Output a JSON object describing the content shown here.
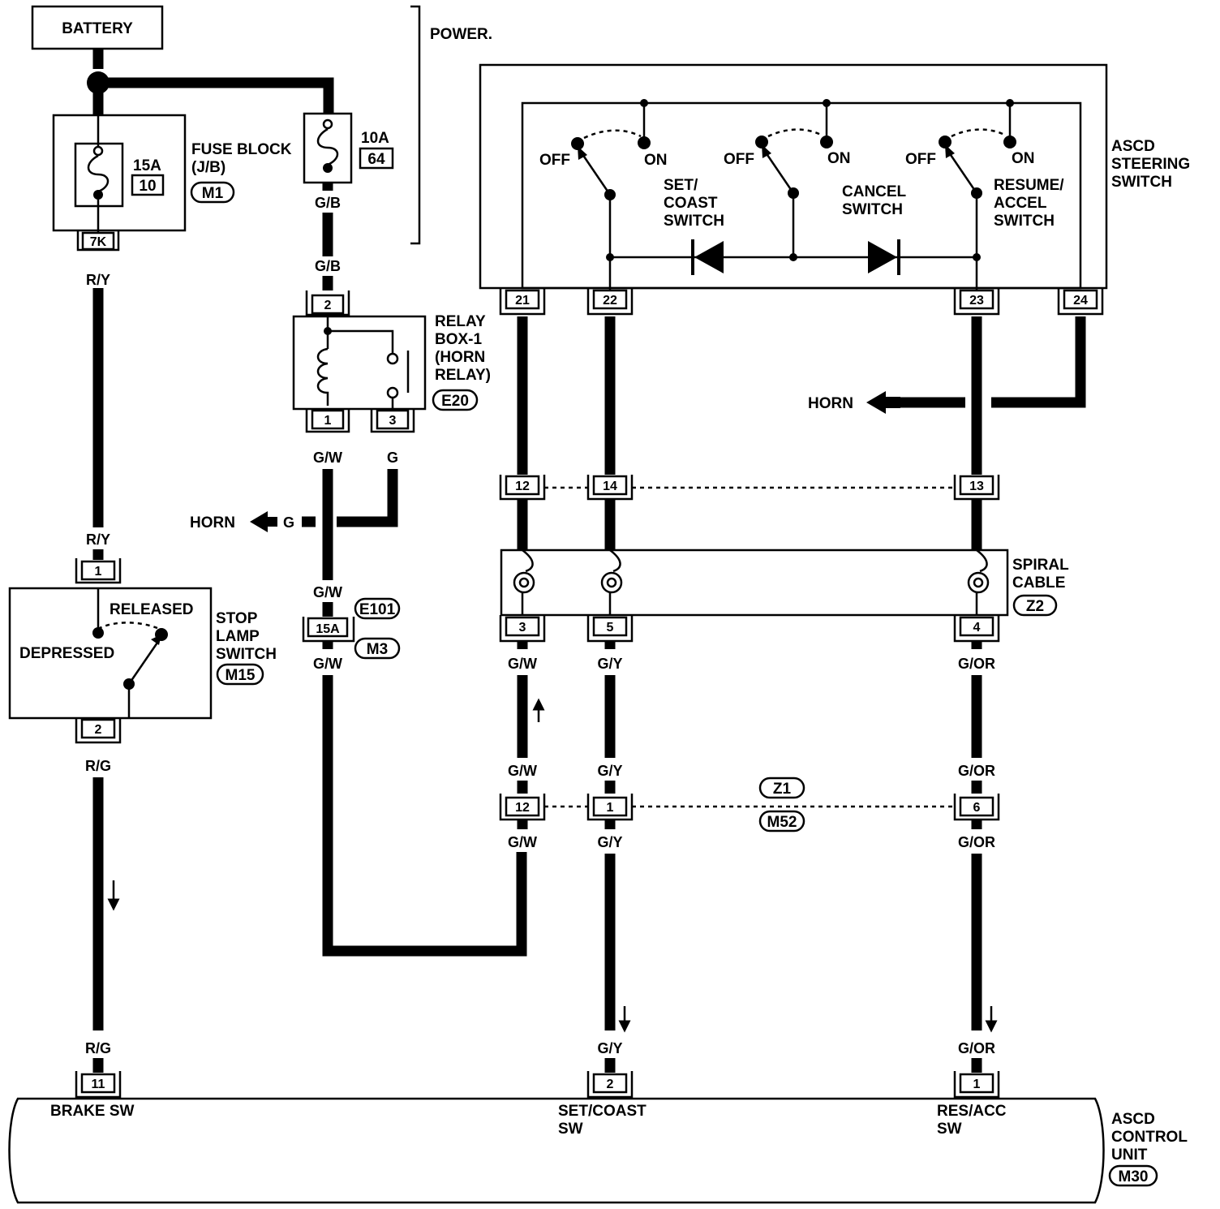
{
  "power": {
    "battery": "BATTERY",
    "power_label": "POWER.",
    "fuse_block": {
      "name": "FUSE BLOCK",
      "sub": "(J/B)",
      "fuse_rating": "15A",
      "fuse_num": "10",
      "connector": "M1",
      "pin": "7K"
    },
    "fuse_10a": {
      "rating": "10A",
      "num": "64"
    }
  },
  "wires": {
    "ry": "R/Y",
    "rg": "R/G",
    "gb": "G/B",
    "gw": "G/W",
    "g": "G",
    "gy": "G/Y",
    "gor": "G/OR"
  },
  "relay": {
    "name": "RELAY",
    "line2": "BOX-1",
    "line3": "(HORN",
    "line4": "RELAY)",
    "connector": "E20",
    "pin_top": "2",
    "pin_1": "1",
    "pin_3": "3"
  },
  "horn_left": "HORN",
  "horn_right": "HORN",
  "stop_lamp": {
    "line1": "STOP",
    "line2": "LAMP",
    "line3": "SWITCH",
    "connector": "M15",
    "released": "RELEASED",
    "depressed": "DEPRESSED",
    "pin_top": "1",
    "pin_bottom": "2"
  },
  "inline_connector": {
    "pin": "15A",
    "top": "E101",
    "bottom": "M3"
  },
  "steering_switch": {
    "line1": "ASCD",
    "line2": "STEERING",
    "line3": "SWITCH",
    "off": "OFF",
    "on": "ON",
    "set_coast": [
      "SET/",
      "COAST",
      "SWITCH"
    ],
    "cancel": [
      "CANCEL",
      "SWITCH"
    ],
    "resume": [
      "RESUME/",
      "ACCEL",
      "SWITCH"
    ],
    "pins": [
      "21",
      "22",
      "23",
      "24"
    ]
  },
  "joint_top": {
    "pins": [
      "12",
      "14",
      "13"
    ]
  },
  "spiral": {
    "line1": "SPIRAL",
    "line2": "CABLE",
    "connector": "Z2",
    "pins": [
      "3",
      "5",
      "4"
    ]
  },
  "joint_bottom": {
    "pins": [
      "12",
      "1",
      "6"
    ],
    "top": "Z1",
    "bottom": "M52"
  },
  "control_unit": {
    "line1": "ASCD",
    "line2": "CONTROL",
    "line3": "UNIT",
    "connector": "M30",
    "pins": [
      "11",
      "2",
      "1"
    ],
    "brake": "BRAKE SW",
    "setcoast1": "SET/COAST",
    "setcoast2": "SW",
    "resacc1": "RES/ACC",
    "resacc2": "SW"
  }
}
